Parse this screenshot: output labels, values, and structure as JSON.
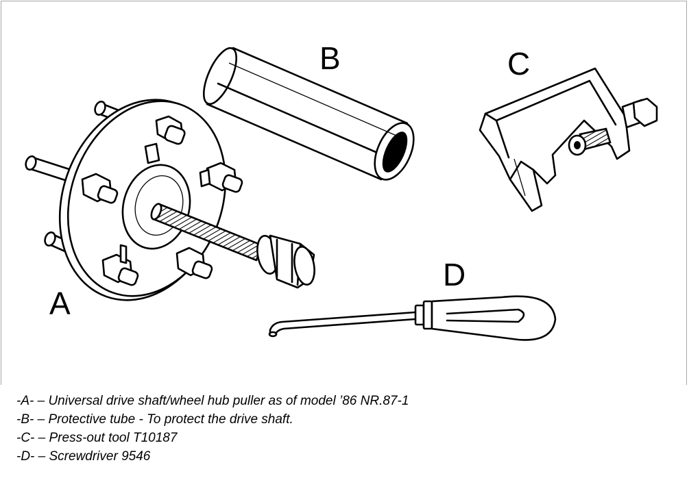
{
  "labels": {
    "a": "A",
    "b": "B",
    "c": "C",
    "d": "D"
  },
  "legend": [
    "-A- – Universal drive shaft/wheel hub puller as of model ’86 NR.87-1",
    "-B- – Protective tube - To protect the drive shaft.",
    "-C- – Press-out tool T10187",
    "-D- – Screwdriver 9546"
  ],
  "colors": {
    "line": "#000000",
    "background": "#ffffff",
    "frame": "#a8a8a8"
  }
}
